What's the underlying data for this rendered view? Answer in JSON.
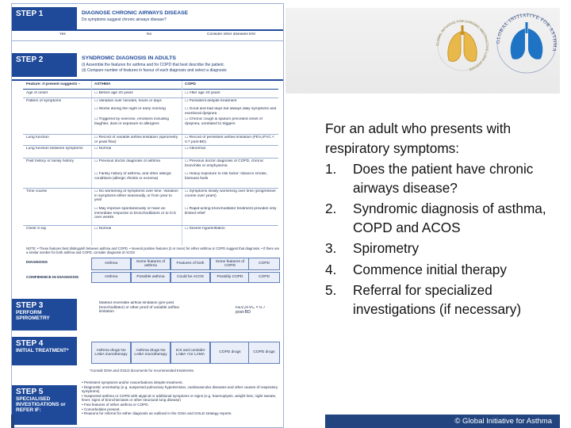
{
  "figure": {
    "step1": {
      "label": "STEP 1",
      "title": "DIAGNOSE CHRONIC AIRWAYS DISEASE",
      "question": "Do symptoms suggest chronic airways disease?",
      "yes": "Yes",
      "no": "No",
      "consider": "Consider other diseases first"
    },
    "step2": {
      "label": "STEP 2",
      "title": "SYNDROMIC DIAGNOSIS IN ADULTS",
      "instr1": "(i) Assemble the features for asthma and for COPD that best describe the patient.",
      "instr2": "(ii) Compare number of features in favour of each diagnosis and select a diagnosis",
      "col_feature": "Feature: if present suggests –",
      "col_asthma": "ASTHMA",
      "col_copd": "COPD",
      "rows": [
        {
          "feature": "Age of onset",
          "asthma": "☐ Before age 20 years",
          "copd": "☐ After age 40 years"
        },
        {
          "feature": "Pattern of symptoms",
          "asthma": "☐ Variation over minutes, hours or days",
          "copd": "☐ Persistent despite treatment"
        },
        {
          "feature": "",
          "asthma": "☐ Worse during the night or early morning",
          "copd": "☐ Good and bad days but always daily symptoms and exertional dyspnea"
        },
        {
          "feature": "",
          "asthma": "☐ Triggered by exercise, emotions including laughter, dust or exposure to allergens",
          "copd": "☐ Chronic cough & sputum preceded onset of dyspnea, unrelated to triggers"
        },
        {
          "feature": "Lung function",
          "asthma": "☐ Record of variable airflow limitation (spirometry or peak flow)",
          "copd": "☐ Record of persistent airflow limitation (FEV₁/FVC < 0.7 post-BD)"
        },
        {
          "feature": "Lung function between symptoms",
          "asthma": "☐ Normal",
          "copd": "☐ Abnormal"
        },
        {
          "feature": "Past history or family history",
          "asthma": "☐ Previous doctor diagnosis of asthma",
          "copd": "☐ Previous doctor diagnosis of COPD, chronic bronchitis or emphysema"
        },
        {
          "feature": "",
          "asthma": "☐ Family history of asthma, and other allergic conditions (allergic rhinitis or eczema)",
          "copd": "☐ Heavy exposure to risk factor: tobacco smoke, biomass fuels"
        },
        {
          "feature": "Time course",
          "asthma": "☐ No worsening of symptoms over time. Variation in symptoms either seasonally, or from year to year",
          "copd": "☐ Symptoms slowly worsening over time (progressive course over years)"
        },
        {
          "feature": "",
          "asthma": "☐ May improve spontaneously or have an immediate response to bronchodilators or to ICS over weeks",
          "copd": "☐ Rapid-acting bronchodilator treatment provides only limited relief"
        },
        {
          "feature": "Chest X-ray",
          "asthma": "☐ Normal",
          "copd": "☐ Severe hyperinflation"
        }
      ],
      "note": "NOTE: • These features best distinguish between asthma and COPD. • Several positive features (3 or more) for either asthma or COPD suggest that diagnosis. • If there are a similar number for both asthma and COPD, consider diagnosis of ACOS",
      "diagnosis_label": "DIAGNOSIS",
      "diagnosis_cells": [
        "Asthma",
        "Some features of asthma",
        "Features of both",
        "Some features of COPD",
        "COPD"
      ],
      "confidence_label": "CONFIDENCE IN DIAGNOSIS",
      "confidence_cells": [
        "Asthma",
        "Possible asthma",
        "Could be ACOS",
        "Possibly COPD",
        "COPD"
      ]
    },
    "step3": {
      "label": "STEP 3",
      "sub": "PERFORM SPIROMETRY",
      "marked": "Marked reversible airflow limitation (pre-post bronchodilator) or other proof of variable airflow limitation",
      "fev": "FEV₁/FVC < 0.7 post-BD"
    },
    "step4": {
      "label": "STEP 4",
      "sub": "INITIAL TREATMENT*",
      "cells": [
        "Asthma drugs No LABA monotherapy",
        "Asthma drugs No LABA monotherapy",
        "ICS and consider LABA +/or LAMA",
        "COPD drugs",
        "COPD drugs"
      ],
      "footnote": "*Consult GINA and GOLD documents for recommended treatments."
    },
    "step5": {
      "label": "STEP 5",
      "sub": "SPECIALISED INVESTIGATIONS or REFER IF:",
      "items": [
        "• Persistent symptoms and/or exacerbations despite treatment.",
        "• Diagnostic uncertainty (e.g. suspected pulmonary hypertension, cardiovascular diseases and other causes of respiratory symptoms)",
        "• Suspected asthma or COPD with atypical or additional symptoms or signs (e.g. haemoptysis, weight loss, night sweats, fever, signs of bronchiectasis or other structural lung disease)",
        "• Few features of either asthma or COPD.",
        "• Comorbidities present.",
        "• Reasons for referral for either diagnosis as outlined in the GINA and GOLD strategy reports."
      ]
    }
  },
  "slide": {
    "intro": "For an adult who presents with respiratory symptoms:",
    "steps": [
      "Does the patient have chronic airways disease?",
      "Syndromic diagnosis of asthma, COPD and ACOS",
      "Spirometry",
      "Commence initial therapy",
      "Referral for specialized investigations (if necessary)"
    ],
    "footer": "© Global Initiative for Asthma"
  },
  "logos": {
    "gina_ring_text": "GLOBAL INITIATIVE FOR CHRONIC OBSTRUCTIVE LUNG DISEASE",
    "gold_ring_text": "GLOBAL INITIATIVE FOR ASTHMA"
  },
  "colors": {
    "step_blue": "#1f4a9a",
    "footer_blue": "#22457f",
    "light_blue": "#e9eef8"
  }
}
